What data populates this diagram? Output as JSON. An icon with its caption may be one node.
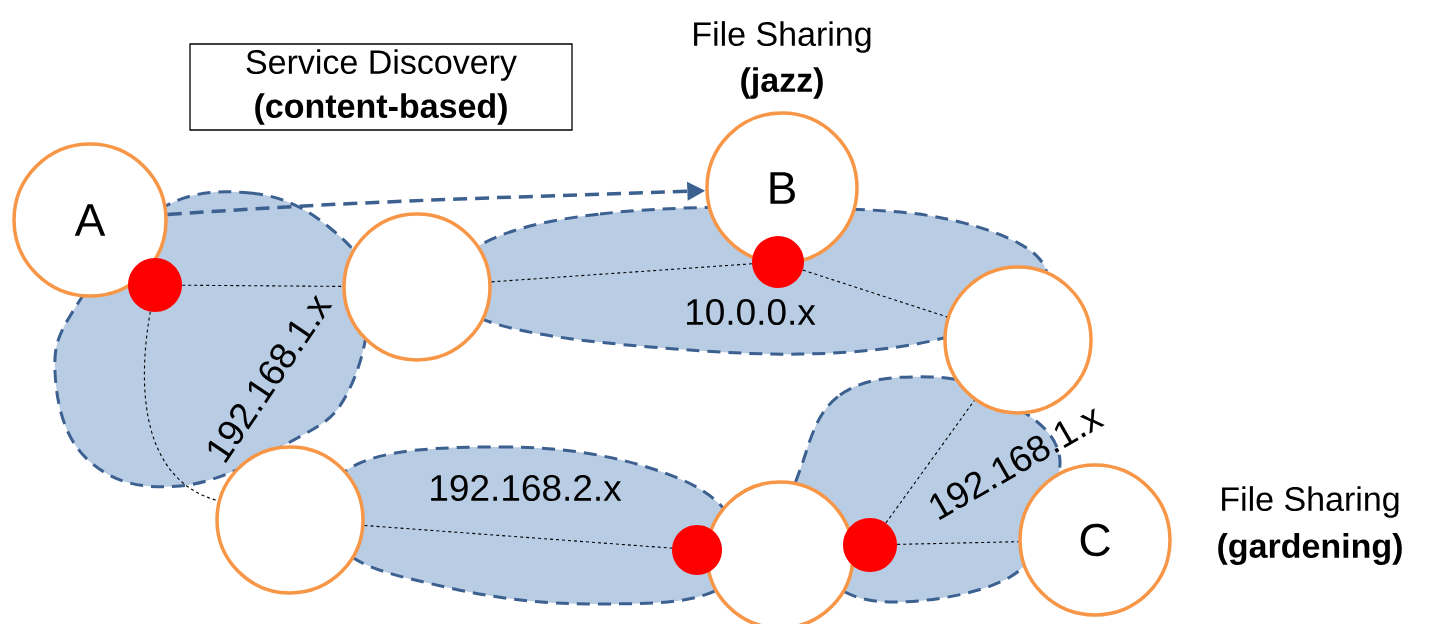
{
  "diagram": {
    "nodes": [
      {
        "text": [
          "Service Discovery",
          "(content-based)"
        ]
      },
      {
        "text": [
          "A"
        ]
      },
      {
        "text": [],
        "shape": "circle"
      },
      {
        "text": [
          "B"
        ],
        "beside": [
          "File Sharing",
          "(jazz)"
        ]
      },
      {
        "text": [],
        "shape": "circle"
      },
      {
        "text": [],
        "shape": "circle"
      },
      {
        "text": [],
        "shape": "circle"
      },
      {
        "text": [
          "C"
        ],
        "beside": [
          "File Sharing",
          "(gardening)"
        ]
      },
      {
        "text": [],
        "shape": "circle"
      },
      {
        "text": [],
        "shape": "circle"
      },
      {
        "text": [],
        "shape": "circle"
      },
      {
        "text": [],
        "shape": "circle"
      }
    ],
    "edges": [
      {
        "from": 8,
        "to": 2,
        "arrow": "none"
      },
      {
        "from": 8,
        "to": 5,
        "arrow": "none"
      },
      {
        "from": 2,
        "to": 10,
        "arrow": "none"
      },
      {
        "from": 10,
        "to": 4,
        "arrow": "none"
      },
      {
        "from": 5,
        "to": 9,
        "arrow": "none"
      },
      {
        "from": 11,
        "to": 4,
        "arrow": "none"
      },
      {
        "from": 11,
        "to": 7,
        "arrow": "none"
      },
      {
        "from": 1,
        "to": 3,
        "arrow": "to",
        "style": "dashed",
        "color": "#3c6090"
      }
    ],
    "labels": [
      "192.168.1.x",
      "10.0.0.x",
      "192.168.2.x",
      "192.168.1.x"
    ]
  }
}
